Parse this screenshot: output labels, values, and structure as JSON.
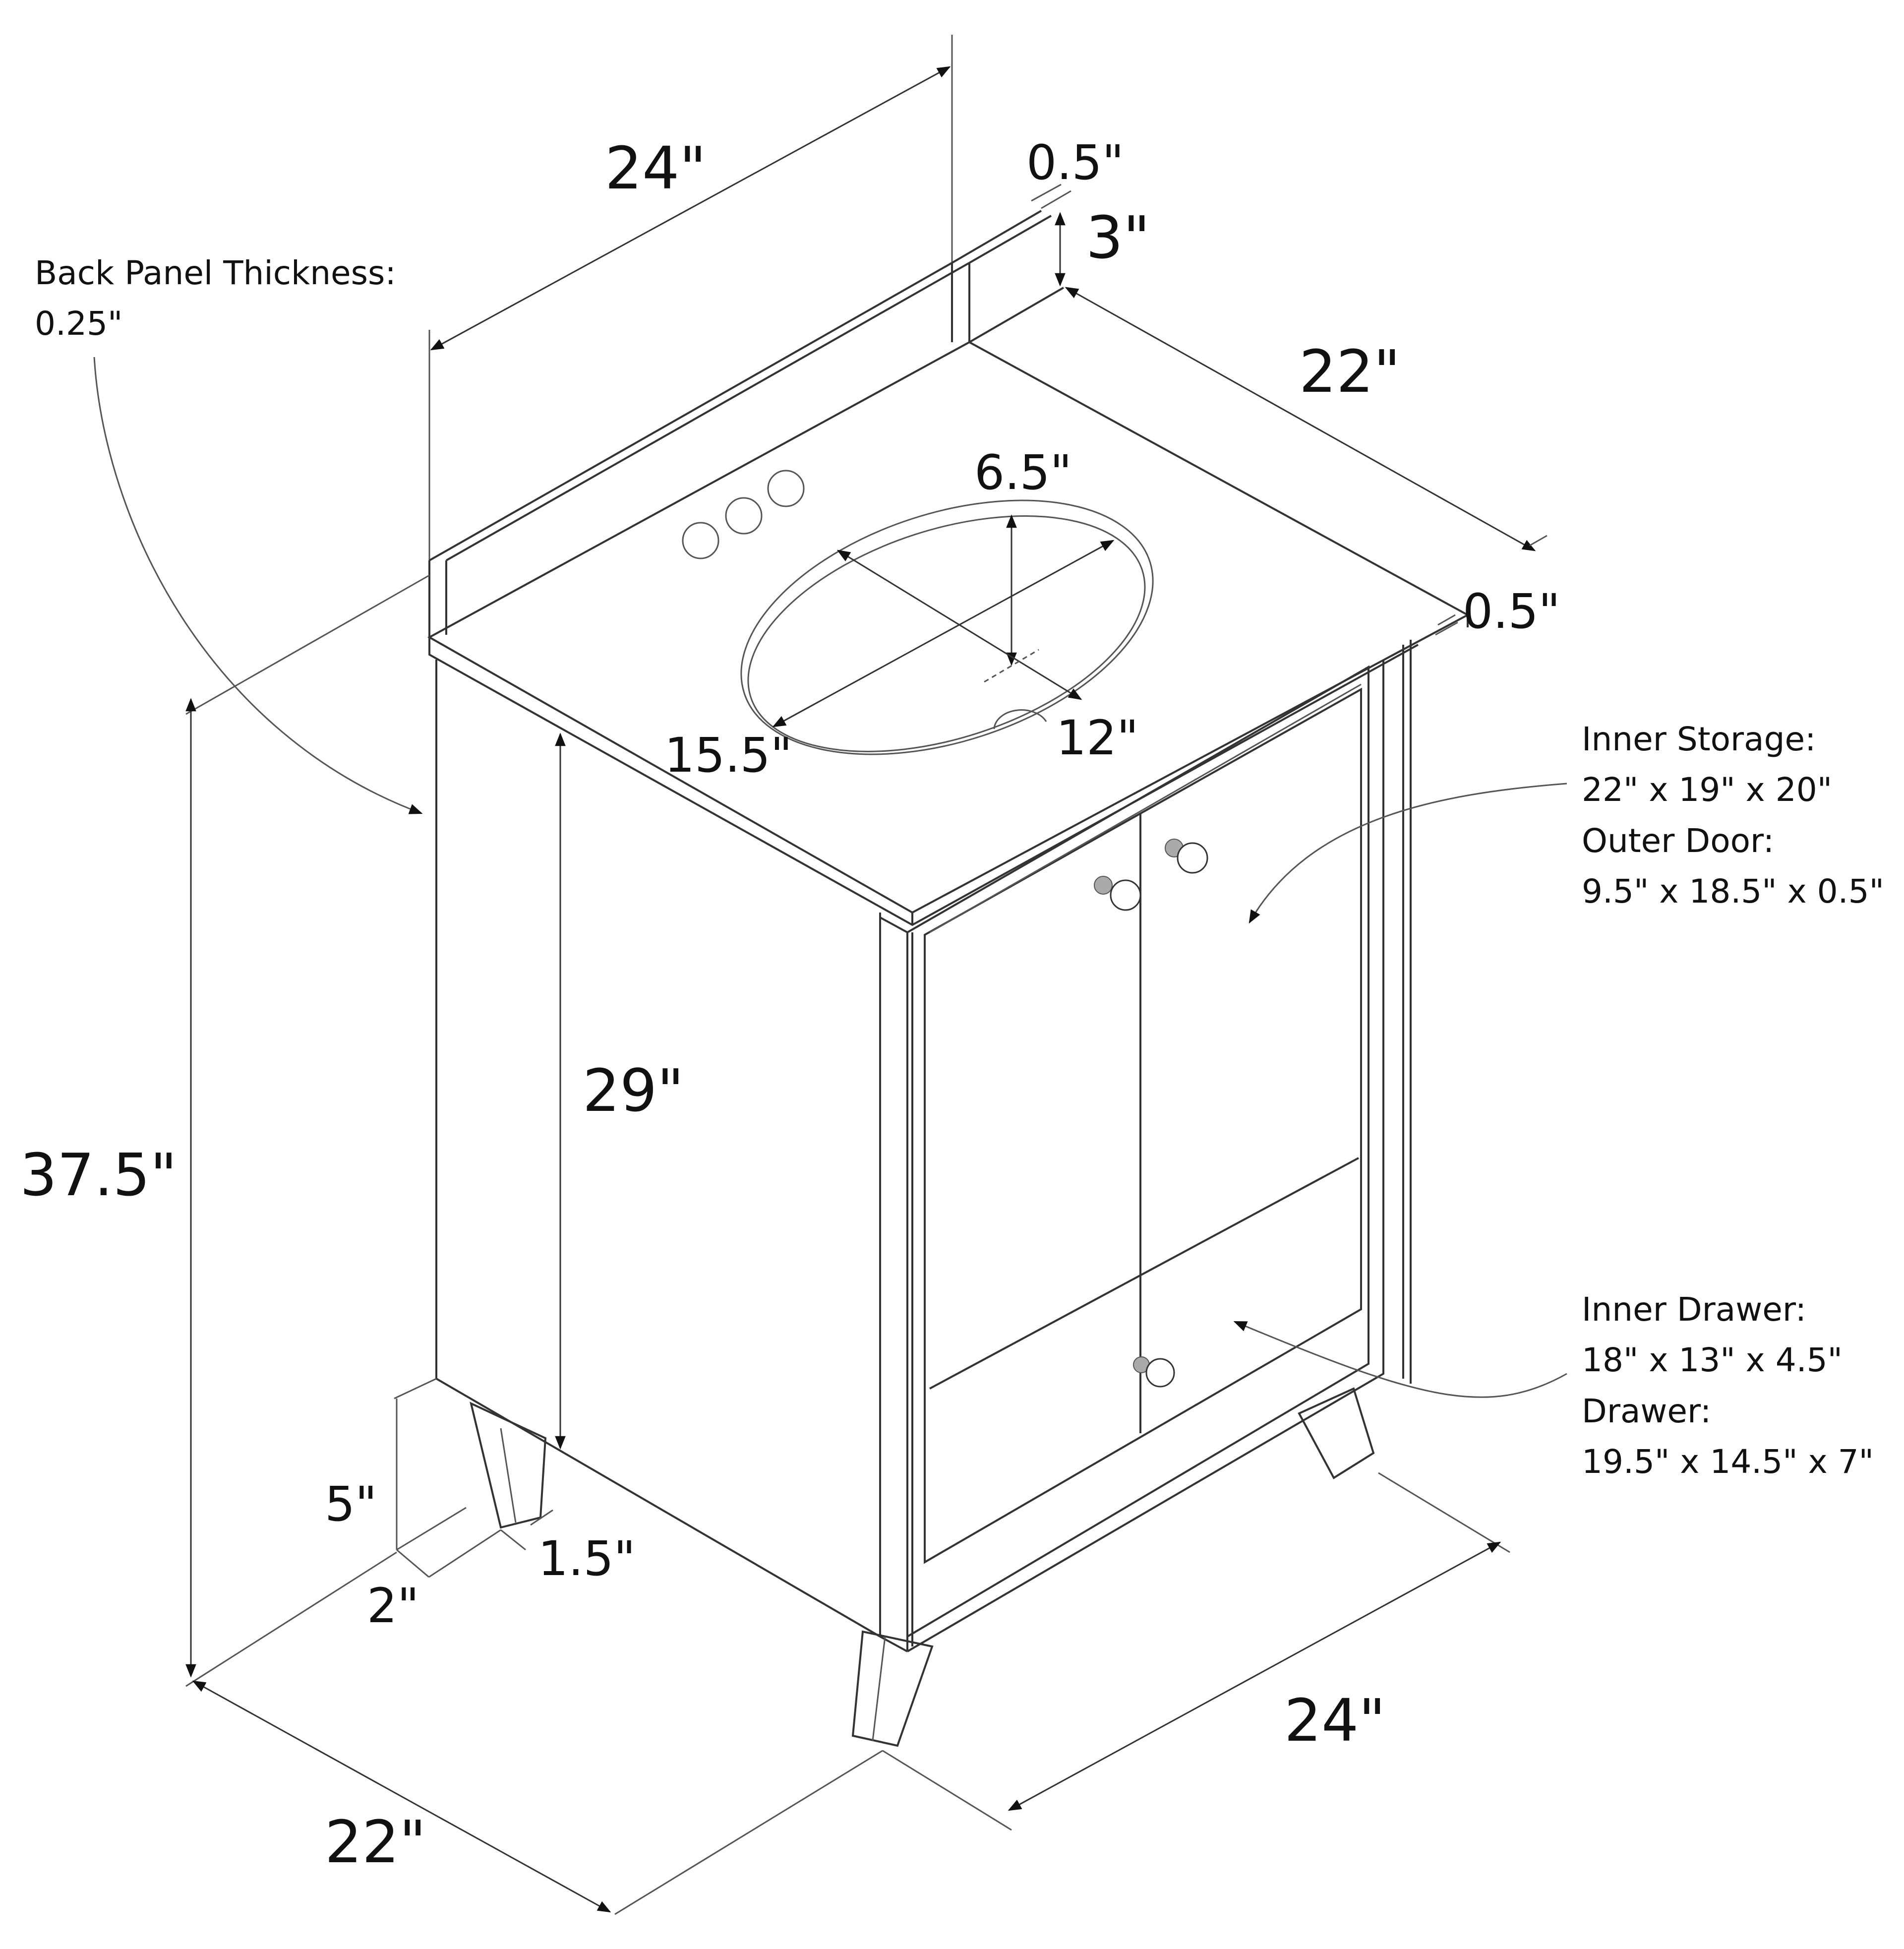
{
  "diagram": {
    "subject": "Bathroom vanity with sink - dimension drawing",
    "dimensions": {
      "top_width": "24\"",
      "backsplash_thickness": "0.5\"",
      "backsplash_height": "3\"",
      "top_depth": "22\"",
      "countertop_thickness": "0.5\"",
      "sink_depth": "6.5\"",
      "sink_length": "15.5\"",
      "sink_width": "12\"",
      "cabinet_height": "29\"",
      "total_height": "37.5\"",
      "leg_height": "5\"",
      "leg_width": "1.5\"",
      "leg_depth": "2\"",
      "base_width": "24\"",
      "base_depth": "22\""
    },
    "annotations": {
      "back_panel": {
        "line1": "Back Panel Thickness:",
        "line2": "0.25\""
      },
      "inner_storage": {
        "line1": "Inner Storage:",
        "line2": "22\" x 19\" x 20\"",
        "line3": "Outer Door:",
        "line4": "9.5\" x 18.5\" x 0.5\""
      },
      "inner_drawer": {
        "line1": "Inner Drawer:",
        "line2": "18\" x 13\" x 4.5\"",
        "line3": "Drawer:",
        "line4": "19.5\" x 14.5\" x 7\""
      }
    },
    "colors": {
      "line": "#333333",
      "text": "#111111",
      "background": "#ffffff"
    }
  }
}
